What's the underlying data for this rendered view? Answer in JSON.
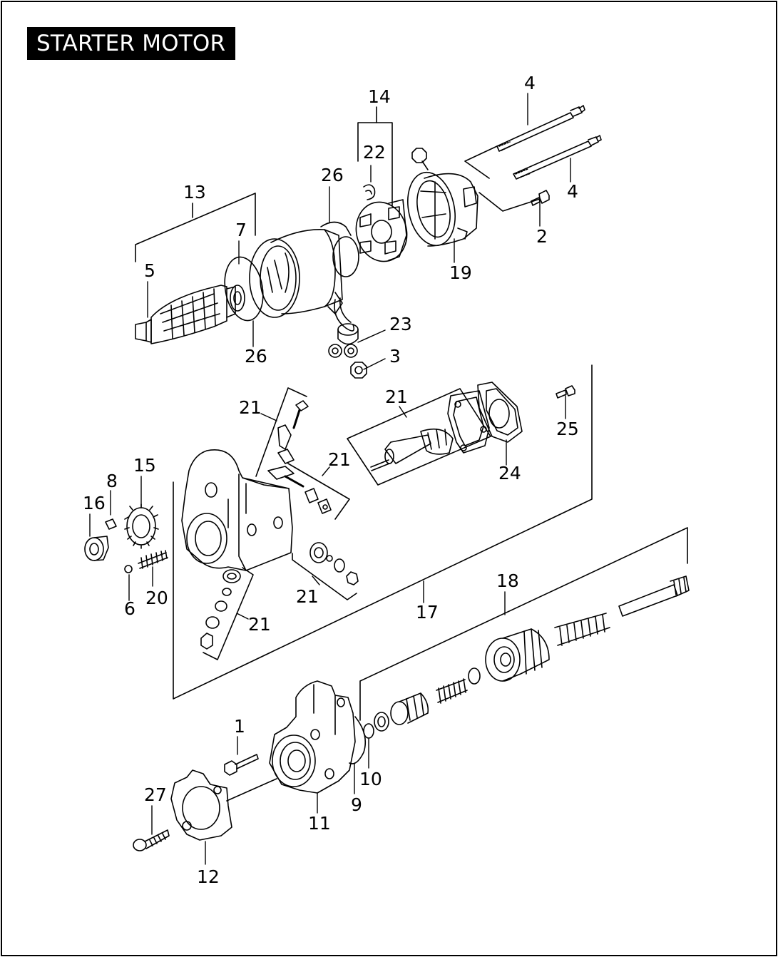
{
  "title": "STARTER MOTOR",
  "callouts": {
    "c1": "1",
    "c2": "2",
    "c3": "3",
    "c4a": "4",
    "c4b": "4",
    "c5": "5",
    "c6": "6",
    "c7": "7",
    "c8": "8",
    "c9": "9",
    "c10": "10",
    "c11": "11",
    "c12": "12",
    "c13": "13",
    "c14": "14",
    "c15": "15",
    "c16": "16",
    "c17": "17",
    "c18": "18",
    "c19": "19",
    "c20": "20",
    "c21a": "21",
    "c21b": "21",
    "c21c": "21",
    "c21d": "21",
    "c21e": "21",
    "c22": "22",
    "c23": "23",
    "c24": "24",
    "c25": "25",
    "c26a": "26",
    "c26b": "26",
    "c27": "27"
  }
}
